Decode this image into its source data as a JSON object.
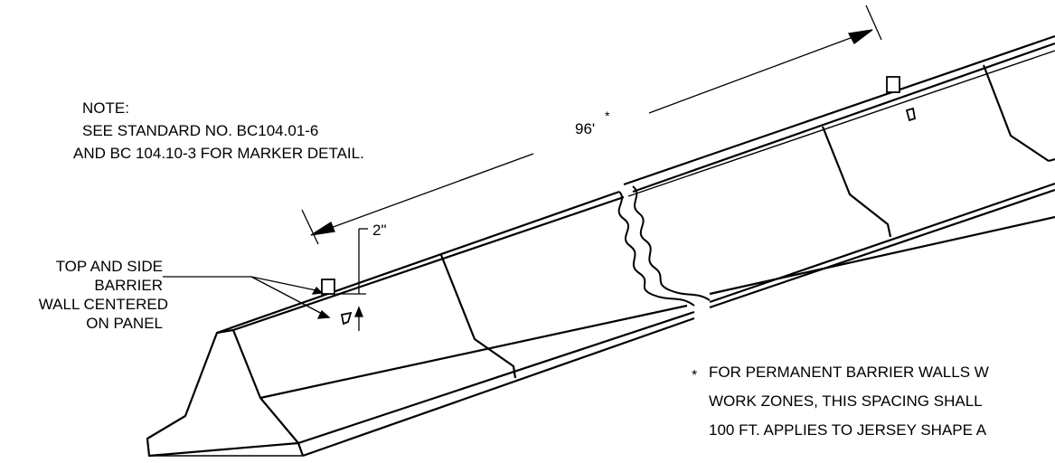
{
  "note": {
    "heading": "NOTE:",
    "line1": "SEE STANDARD NO. BC104.01-6",
    "line2": "AND BC 104.10-3 FOR MARKER DETAIL."
  },
  "dimensions": {
    "spacing": "96'",
    "spacing_asterisk": "*",
    "marker_offset": "2\""
  },
  "marker_callout": {
    "line1": "TOP AND SIDE",
    "line2": "BARRIER",
    "line3": "WALL CENTERED",
    "line4": "ON PANEL"
  },
  "footnote": {
    "asterisk": "*",
    "line1": "FOR PERMANENT BARRIER WALLS W",
    "line2": "WORK ZONES, THIS SPACING SHALL",
    "line3": "100 FT. APPLIES TO JERSEY SHAPE A"
  },
  "colors": {
    "ink": "#000000",
    "paper": "#ffffff"
  }
}
